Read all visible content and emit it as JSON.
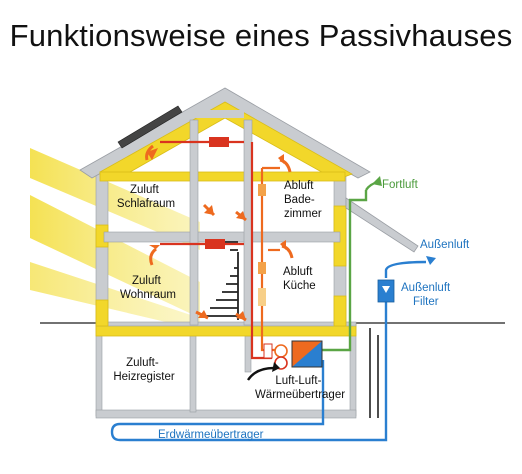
{
  "title": "Funktionsweise eines Passivhauses",
  "labels": {
    "zuluft_schlafraum": [
      "Zuluft",
      "Schlafraum"
    ],
    "abluft_badezimmer": [
      "Abluft",
      "Bade-",
      "zimmer"
    ],
    "zuluft_wohnraum": [
      "Zuluft",
      "Wohnraum"
    ],
    "abluft_kueche": [
      "Abluft",
      "Küche"
    ],
    "zuluft_heizregister": [
      "Zuluft-",
      "Heizregister"
    ],
    "waermeuebertrager": [
      "Luft-Luft-",
      "Wärmeübertrager"
    ],
    "fortluft": "Fortluft",
    "aussenluft": "Außenluft",
    "aussenluft_filter": [
      "Außenluft",
      "Filter"
    ],
    "erdwaermeuebertrager": "Erdwärmeübertrager"
  },
  "colors": {
    "insulation": "#f2d72a",
    "insulation_edge": "#d9bd18",
    "wall": "#c9ccd0",
    "wall_dark": "#9a9ea4",
    "supply_air": "#d9341f",
    "exhaust_air": "#ee6a1f",
    "outgoing_air": "#5aa545",
    "outside_air": "#2a7fd0",
    "sun": "#f4e04a"
  },
  "icons": [
    "sun-rays",
    "air-flow-arrow-icon",
    "filter-icon",
    "heat-exchanger-icon"
  ]
}
